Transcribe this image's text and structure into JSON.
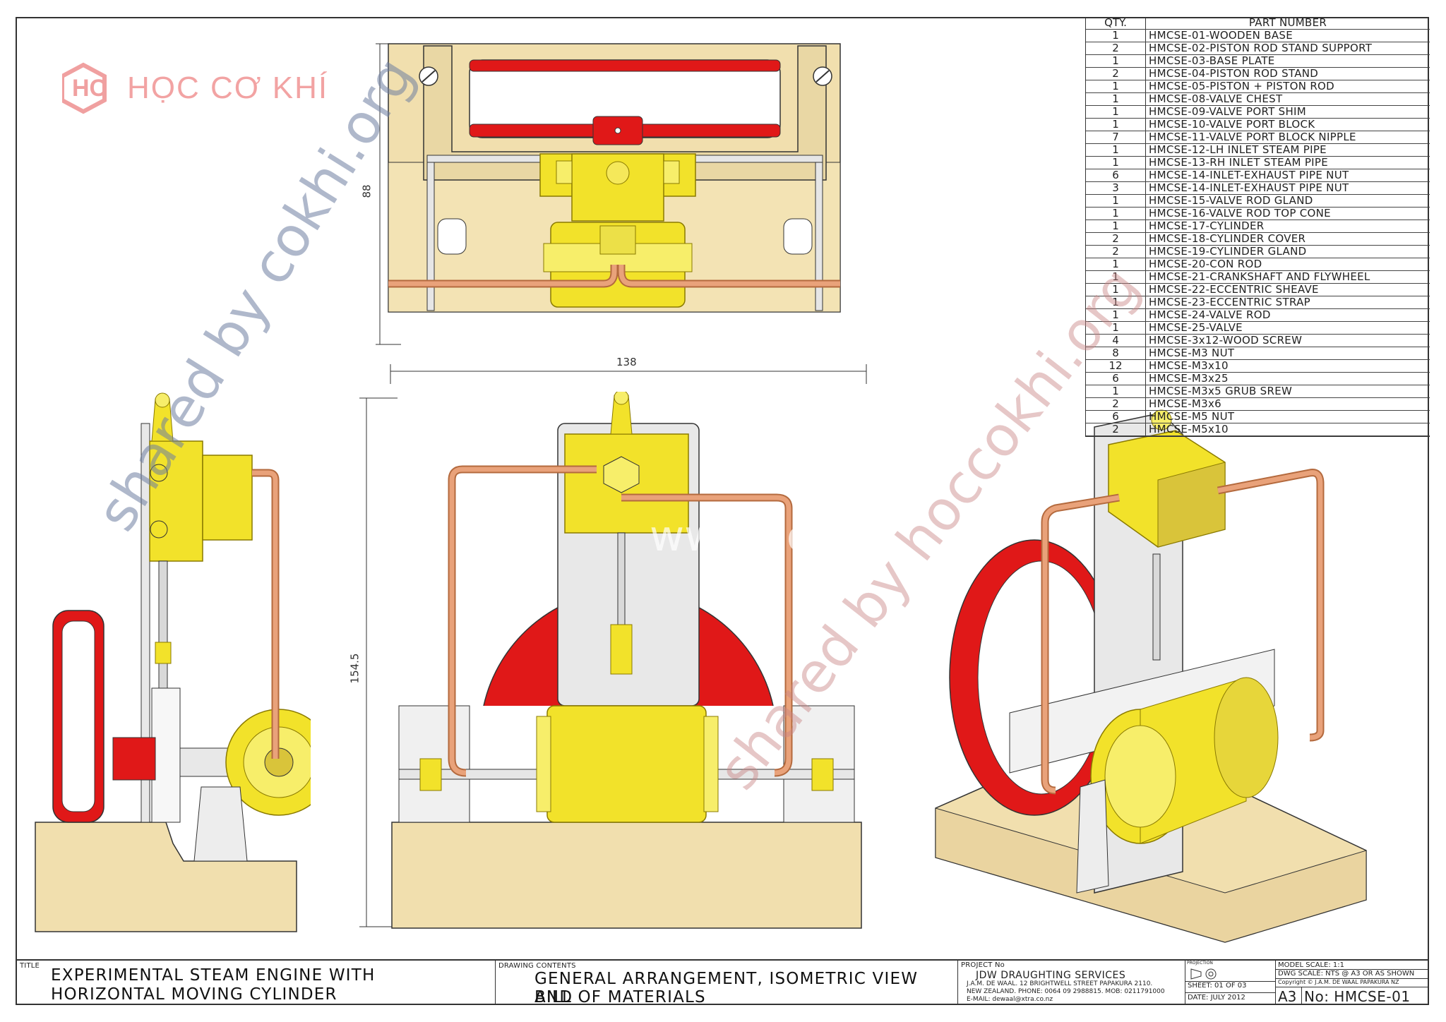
{
  "logo": {
    "text": "HỌC CƠ KHÍ"
  },
  "watermarks": {
    "left": "shared by cokhi.org",
    "right": "shared by hoccokhi.org",
    "center": "www.co"
  },
  "dimensions": {
    "width_top": "138",
    "height_top": "88",
    "height_front": "154.5"
  },
  "bom": {
    "header_qty": "QTY.",
    "header_part": "PART NUMBER",
    "rows": [
      {
        "qty": "1",
        "part": "HMCSE-01-WOODEN BASE"
      },
      {
        "qty": "2",
        "part": "HMCSE-02-PISTON ROD STAND SUPPORT"
      },
      {
        "qty": "1",
        "part": "HMCSE-03-BASE PLATE"
      },
      {
        "qty": "2",
        "part": "HMCSE-04-PISTON ROD STAND"
      },
      {
        "qty": "1",
        "part": "HMCSE-05-PISTON + PISTON ROD"
      },
      {
        "qty": "1",
        "part": "HMCSE-08-VALVE CHEST"
      },
      {
        "qty": "1",
        "part": "HMCSE-09-VALVE PORT SHIM"
      },
      {
        "qty": "1",
        "part": "HMCSE-10-VALVE PORT BLOCK"
      },
      {
        "qty": "7",
        "part": "HMCSE-11-VALVE PORT BLOCK NIPPLE"
      },
      {
        "qty": "1",
        "part": "HMCSE-12-LH INLET STEAM PIPE"
      },
      {
        "qty": "1",
        "part": "HMCSE-13-RH INLET STEAM PIPE"
      },
      {
        "qty": "6",
        "part": "HMCSE-14-INLET-EXHAUST PIPE NUT"
      },
      {
        "qty": "3",
        "part": "HMCSE-14-INLET-EXHAUST PIPE NUT"
      },
      {
        "qty": "1",
        "part": "HMCSE-15-VALVE ROD GLAND"
      },
      {
        "qty": "1",
        "part": "HMCSE-16-VALVE ROD TOP CONE"
      },
      {
        "qty": "1",
        "part": "HMCSE-17-CYLINDER"
      },
      {
        "qty": "2",
        "part": "HMCSE-18-CYLINDER COVER"
      },
      {
        "qty": "2",
        "part": "HMCSE-19-CYLINDER GLAND"
      },
      {
        "qty": "1",
        "part": "HMCSE-20-CON ROD"
      },
      {
        "qty": "1",
        "part": "HMCSE-21-CRANKSHAFT AND FLYWHEEL"
      },
      {
        "qty": "1",
        "part": "HMCSE-22-ECCENTRIC SHEAVE"
      },
      {
        "qty": "1",
        "part": "HMCSE-23-ECCENTRIC STRAP"
      },
      {
        "qty": "1",
        "part": "HMCSE-24-VALVE ROD"
      },
      {
        "qty": "1",
        "part": "HMCSE-25-VALVE"
      },
      {
        "qty": "4",
        "part": "HMCSE-3x12-WOOD SCREW"
      },
      {
        "qty": "8",
        "part": "HMCSE-M3 NUT"
      },
      {
        "qty": "12",
        "part": "HMCSE-M3x10"
      },
      {
        "qty": "6",
        "part": "HMCSE-M3x25"
      },
      {
        "qty": "1",
        "part": "HMCSE-M3x5 GRUB SREW"
      },
      {
        "qty": "2",
        "part": "HMCSE-M3x6"
      },
      {
        "qty": "6",
        "part": "HMCSE-M5 NUT"
      },
      {
        "qty": "2",
        "part": "HMCSE-M5x10"
      }
    ]
  },
  "title_block": {
    "title_label": "TITLE",
    "title_line1": "EXPERIMENTAL STEAM ENGINE WITH",
    "title_line2": "HORIZONTAL MOVING CYLINDER",
    "contents_label": "DRAWING CONTENTS",
    "contents_line1": "GENERAL ARRANGEMENT, ISOMETRIC VIEW AND",
    "contents_line2": "BILL OF MATERIALS",
    "project_label": "PROJECT No",
    "company": "JDW DRAUGHTING SERVICES",
    "address1": "J.A.M. DE WAAL. 12 BRIGHTWELL STREET PAPAKURA 2110.",
    "address2": "NEW ZEALAND. PHONE: 0064 09 2988815. MOB: 0211791000",
    "email": "E-MAIL: dewaal@xtra.co.nz",
    "projection_label": "PROJECTION",
    "sheet": "SHEET: 01 OF 03",
    "date": "DATE: JULY 2012",
    "model_scale": "MODEL SCALE: 1:1",
    "dwg_scale": "DWG SCALE: NTS @ A3 OR AS SHOWN",
    "copyright": "Copyright © J.A.M. DE WAAL PAPAKURA NZ",
    "size": "A3",
    "dwg_no": "No: HMCSE-01"
  },
  "colors": {
    "wood": "#f1dfae",
    "brass": "#f2e22a",
    "brass_dark": "#c9b400",
    "copper": "#e9a27a",
    "flywheel": "#e01818",
    "steel": "#e8e8e8"
  }
}
